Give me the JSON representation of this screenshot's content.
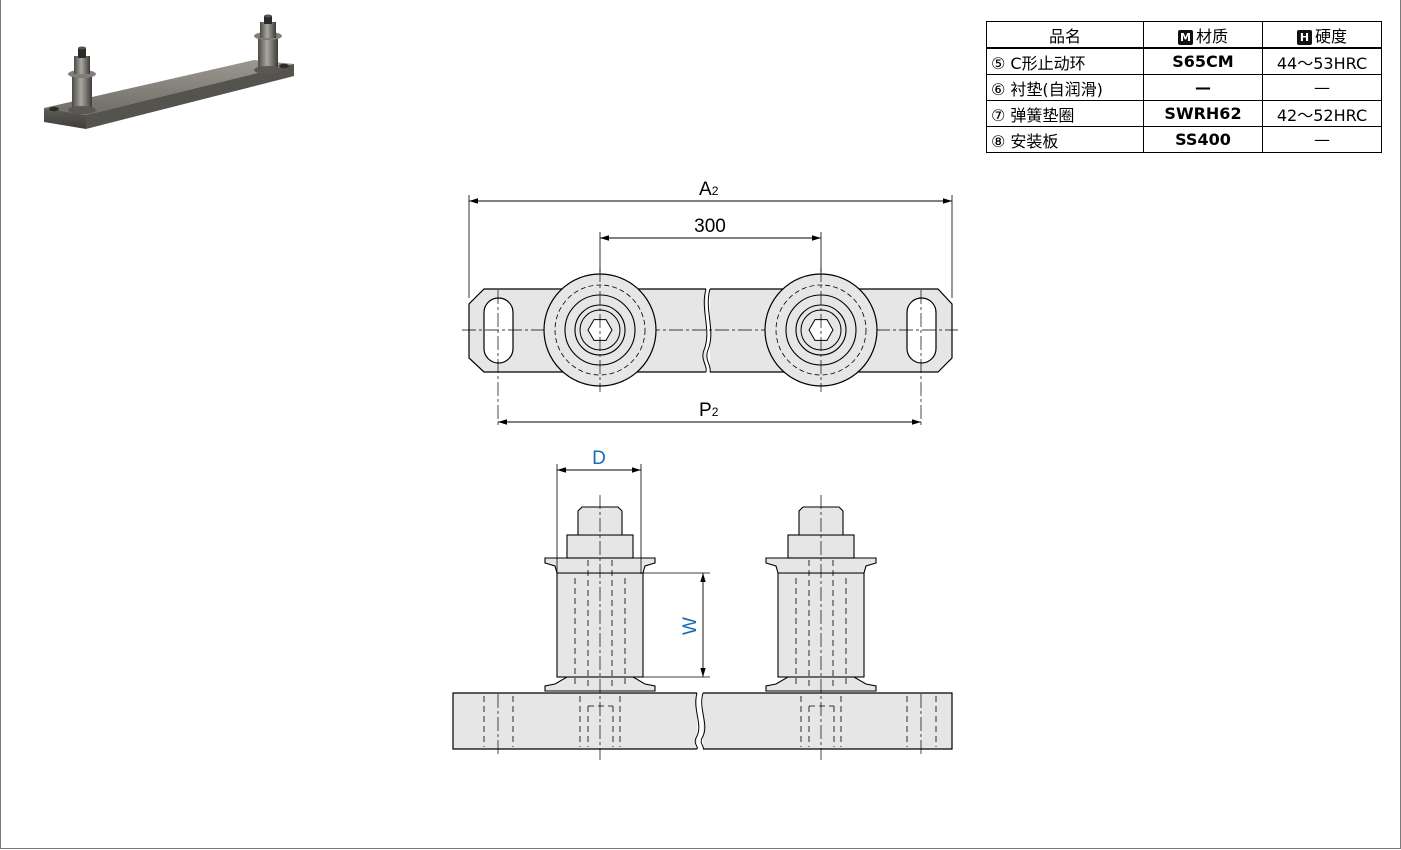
{
  "table": {
    "headers": [
      "品名",
      "材质",
      "硬度"
    ],
    "header_badges": [
      "M",
      "H"
    ],
    "rows": [
      {
        "name": "⑤ C形止动环",
        "material": "S65CM",
        "hardness": "44〜53HRC"
      },
      {
        "name": "⑥ 衬垫(自润滑)",
        "material": "—",
        "hardness": "—"
      },
      {
        "name": "⑦ 弹簧垫圈",
        "material": "SWRH62",
        "hardness": "42〜52HRC"
      },
      {
        "name": "⑧ 安装板",
        "material": "SS400",
        "hardness": "—"
      }
    ]
  },
  "dimensions": {
    "overall_main": "A",
    "overall_sub": "2",
    "center_distance": "300",
    "pitch_main": "P",
    "pitch_sub": "2",
    "diameter": "D",
    "width": "W"
  },
  "colors": {
    "part_fill": "#e6e6e6",
    "line": "#000000",
    "dimension_blue": "#1a6db5"
  }
}
